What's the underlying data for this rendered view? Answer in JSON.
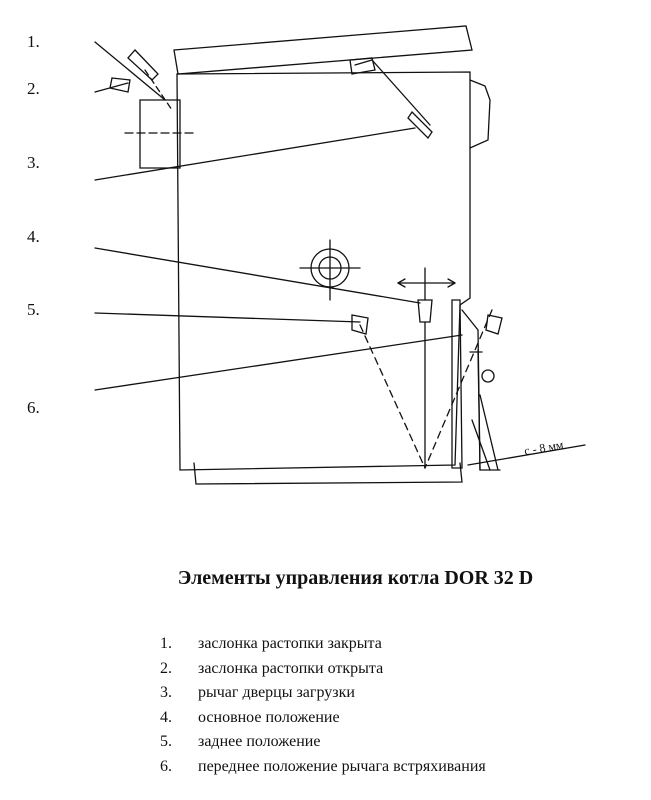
{
  "callouts": [
    "1.",
    "2.",
    "3.",
    "4.",
    "5.",
    "6."
  ],
  "dimension_label": "c - 8 мм",
  "title": "Элементы управления котла DOR 32 D",
  "legend": [
    {
      "num": "1.",
      "text": "заслонка растопки закрыта"
    },
    {
      "num": "2.",
      "text": "заслонка растопки открыта"
    },
    {
      "num": "3.",
      "text": "рычаг дверцы загрузки"
    },
    {
      "num": "4.",
      "text": "основное положение"
    },
    {
      "num": "5.",
      "text": "заднее положение"
    },
    {
      "num": "6.",
      "text": "переднее положение рычага встряхивания"
    }
  ]
}
